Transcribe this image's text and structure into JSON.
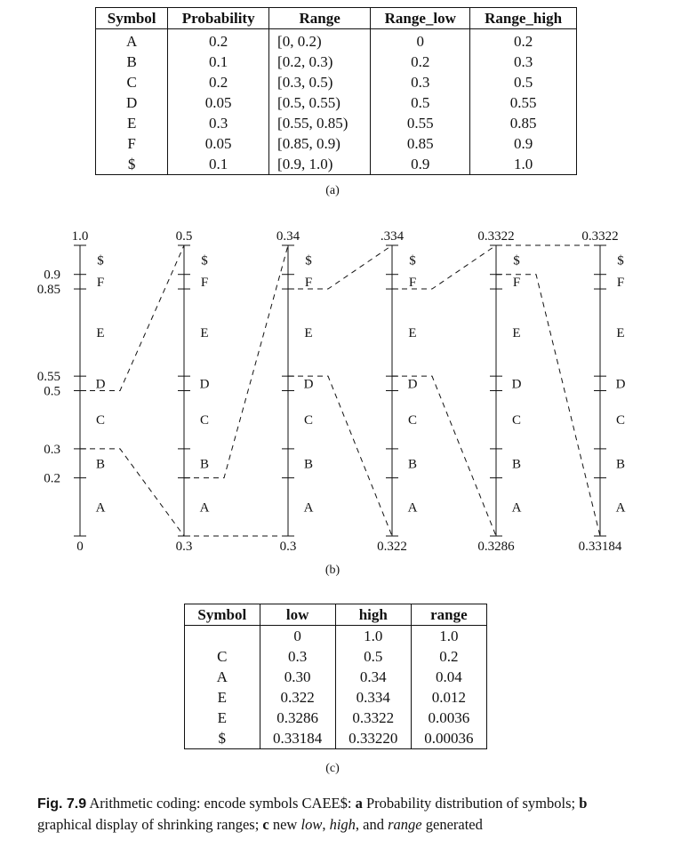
{
  "table_a": {
    "headers": [
      "Symbol",
      "Probability",
      "Range",
      "Range_low",
      "Range_high"
    ],
    "rows": [
      [
        "A",
        "0.2",
        "[0, 0.2)",
        "0",
        "0.2"
      ],
      [
        "B",
        "0.1",
        "[0.2, 0.3)",
        "0.2",
        "0.3"
      ],
      [
        "C",
        "0.2",
        "[0.3, 0.5)",
        "0.3",
        "0.5"
      ],
      [
        "D",
        "0.05",
        "[0.5, 0.55)",
        "0.5",
        "0.55"
      ],
      [
        "E",
        "0.3",
        "[0.55, 0.85)",
        "0.55",
        "0.85"
      ],
      [
        "F",
        "0.05",
        "[0.85, 0.9)",
        "0.85",
        "0.9"
      ],
      [
        "$",
        "0.1",
        "[0.9, 1.0)",
        "0.9",
        "1.0"
      ]
    ]
  },
  "label_a": "(a)",
  "diagram": {
    "symbols": [
      "A",
      "B",
      "C",
      "D",
      "E",
      "F",
      "$"
    ],
    "boundaries": [
      0,
      0.2,
      0.3,
      0.5,
      0.55,
      0.85,
      0.9,
      1.0
    ],
    "left_tick_labels": [
      "0",
      "0.2",
      "0.3",
      "0.5",
      "0.55",
      "0.85",
      "0.9"
    ],
    "columns": [
      {
        "top": "1.0",
        "bottom": "0",
        "chosen": "C"
      },
      {
        "top": "0.5",
        "bottom": "0.3",
        "chosen": "A"
      },
      {
        "top": "0.34",
        "bottom": "0.3",
        "chosen": "E"
      },
      {
        "top": ".334",
        "bottom": "0.322",
        "chosen": "E"
      },
      {
        "top": "0.3322",
        "bottom": "0.3286",
        "chosen": "$"
      },
      {
        "top": "0.3322",
        "bottom": "0.33184",
        "chosen": ""
      }
    ]
  },
  "label_b": "(b)",
  "table_c": {
    "headers": [
      "Symbol",
      "low",
      "high",
      "range"
    ],
    "rows": [
      [
        "",
        "0",
        "1.0",
        "1.0"
      ],
      [
        "C",
        "0.3",
        "0.5",
        "0.2"
      ],
      [
        "A",
        "0.30",
        "0.34",
        "0.04"
      ],
      [
        "E",
        "0.322",
        "0.334",
        "0.012"
      ],
      [
        "E",
        "0.3286",
        "0.3322",
        "0.0036"
      ],
      [
        "$",
        "0.33184",
        "0.33220",
        "0.00036"
      ]
    ]
  },
  "label_c": "(c)",
  "caption": {
    "fig": "Fig. 7.9",
    "t1": " Arithmetic coding: encode symbols CAEE$: ",
    "a": "a",
    "t2": " Probability distribution of symbols; ",
    "b": "b",
    "t3": " graphical display of shrinking ranges; ",
    "c": "c",
    "t4": " new ",
    "low": "low",
    "t5": ", ",
    "high": "high",
    "t6": ", and ",
    "range": "range",
    "t7": " generated"
  }
}
